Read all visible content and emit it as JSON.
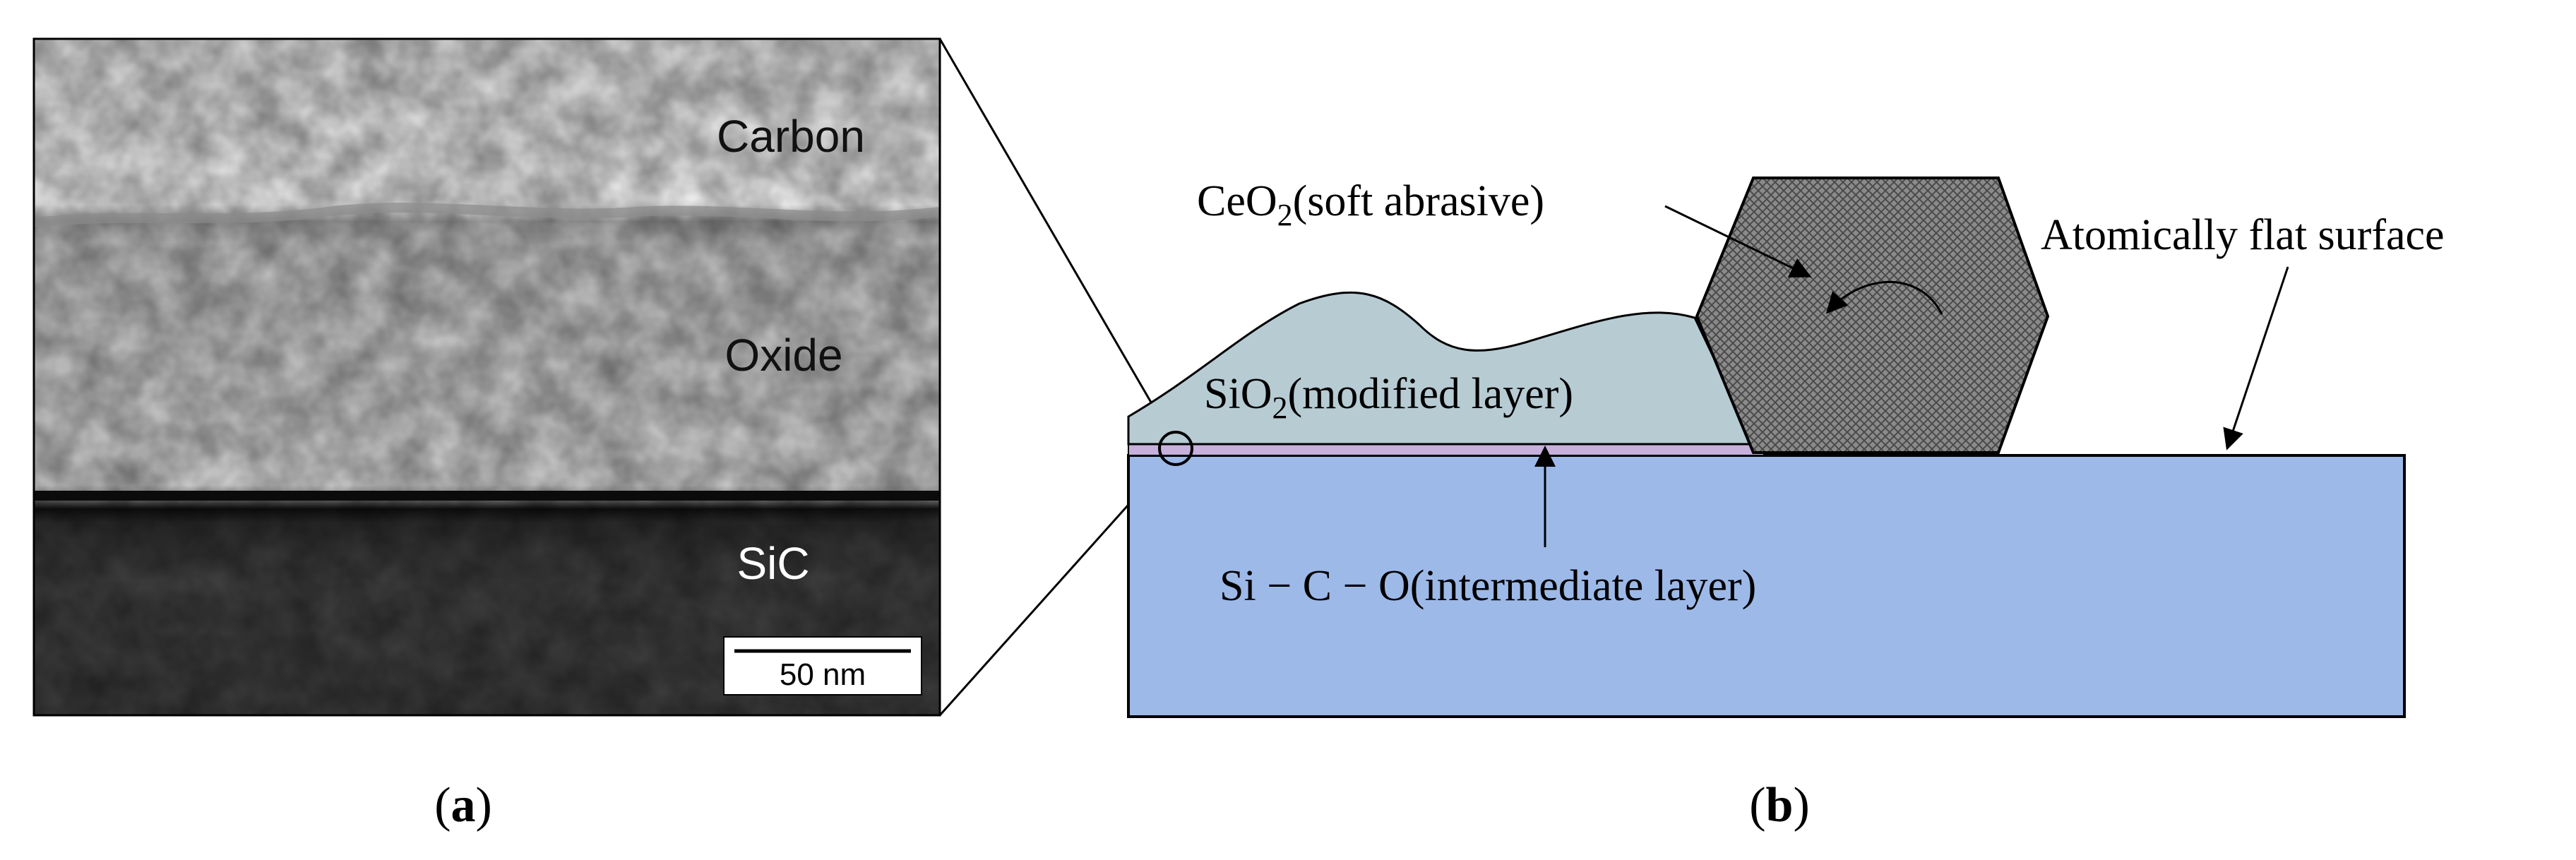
{
  "panel_a": {
    "layers": {
      "carbon": "Carbon",
      "oxide": "Oxide",
      "sic": "SiC"
    },
    "scale_bar": "50 nm",
    "caption": {
      "open": "(",
      "letter": "a",
      "close": ")"
    }
  },
  "panel_b": {
    "ceo2": {
      "base": "CeO",
      "sub": "2",
      "rest": "(soft abrasive)"
    },
    "sio2": {
      "base": "SiO",
      "sub": "2",
      "rest": "(modified layer)"
    },
    "intermediate": "Si − C − O(intermediate layer)",
    "flat_surface": "Atomically flat surface",
    "caption": {
      "open": "(",
      "letter": "b",
      "close": ")"
    }
  },
  "colors": {
    "substrate": "#9db9e8",
    "modified_layer": "#b7cbd3",
    "intermediate_layer": "#c7b0dc",
    "abrasive": "#8a8a8a"
  }
}
